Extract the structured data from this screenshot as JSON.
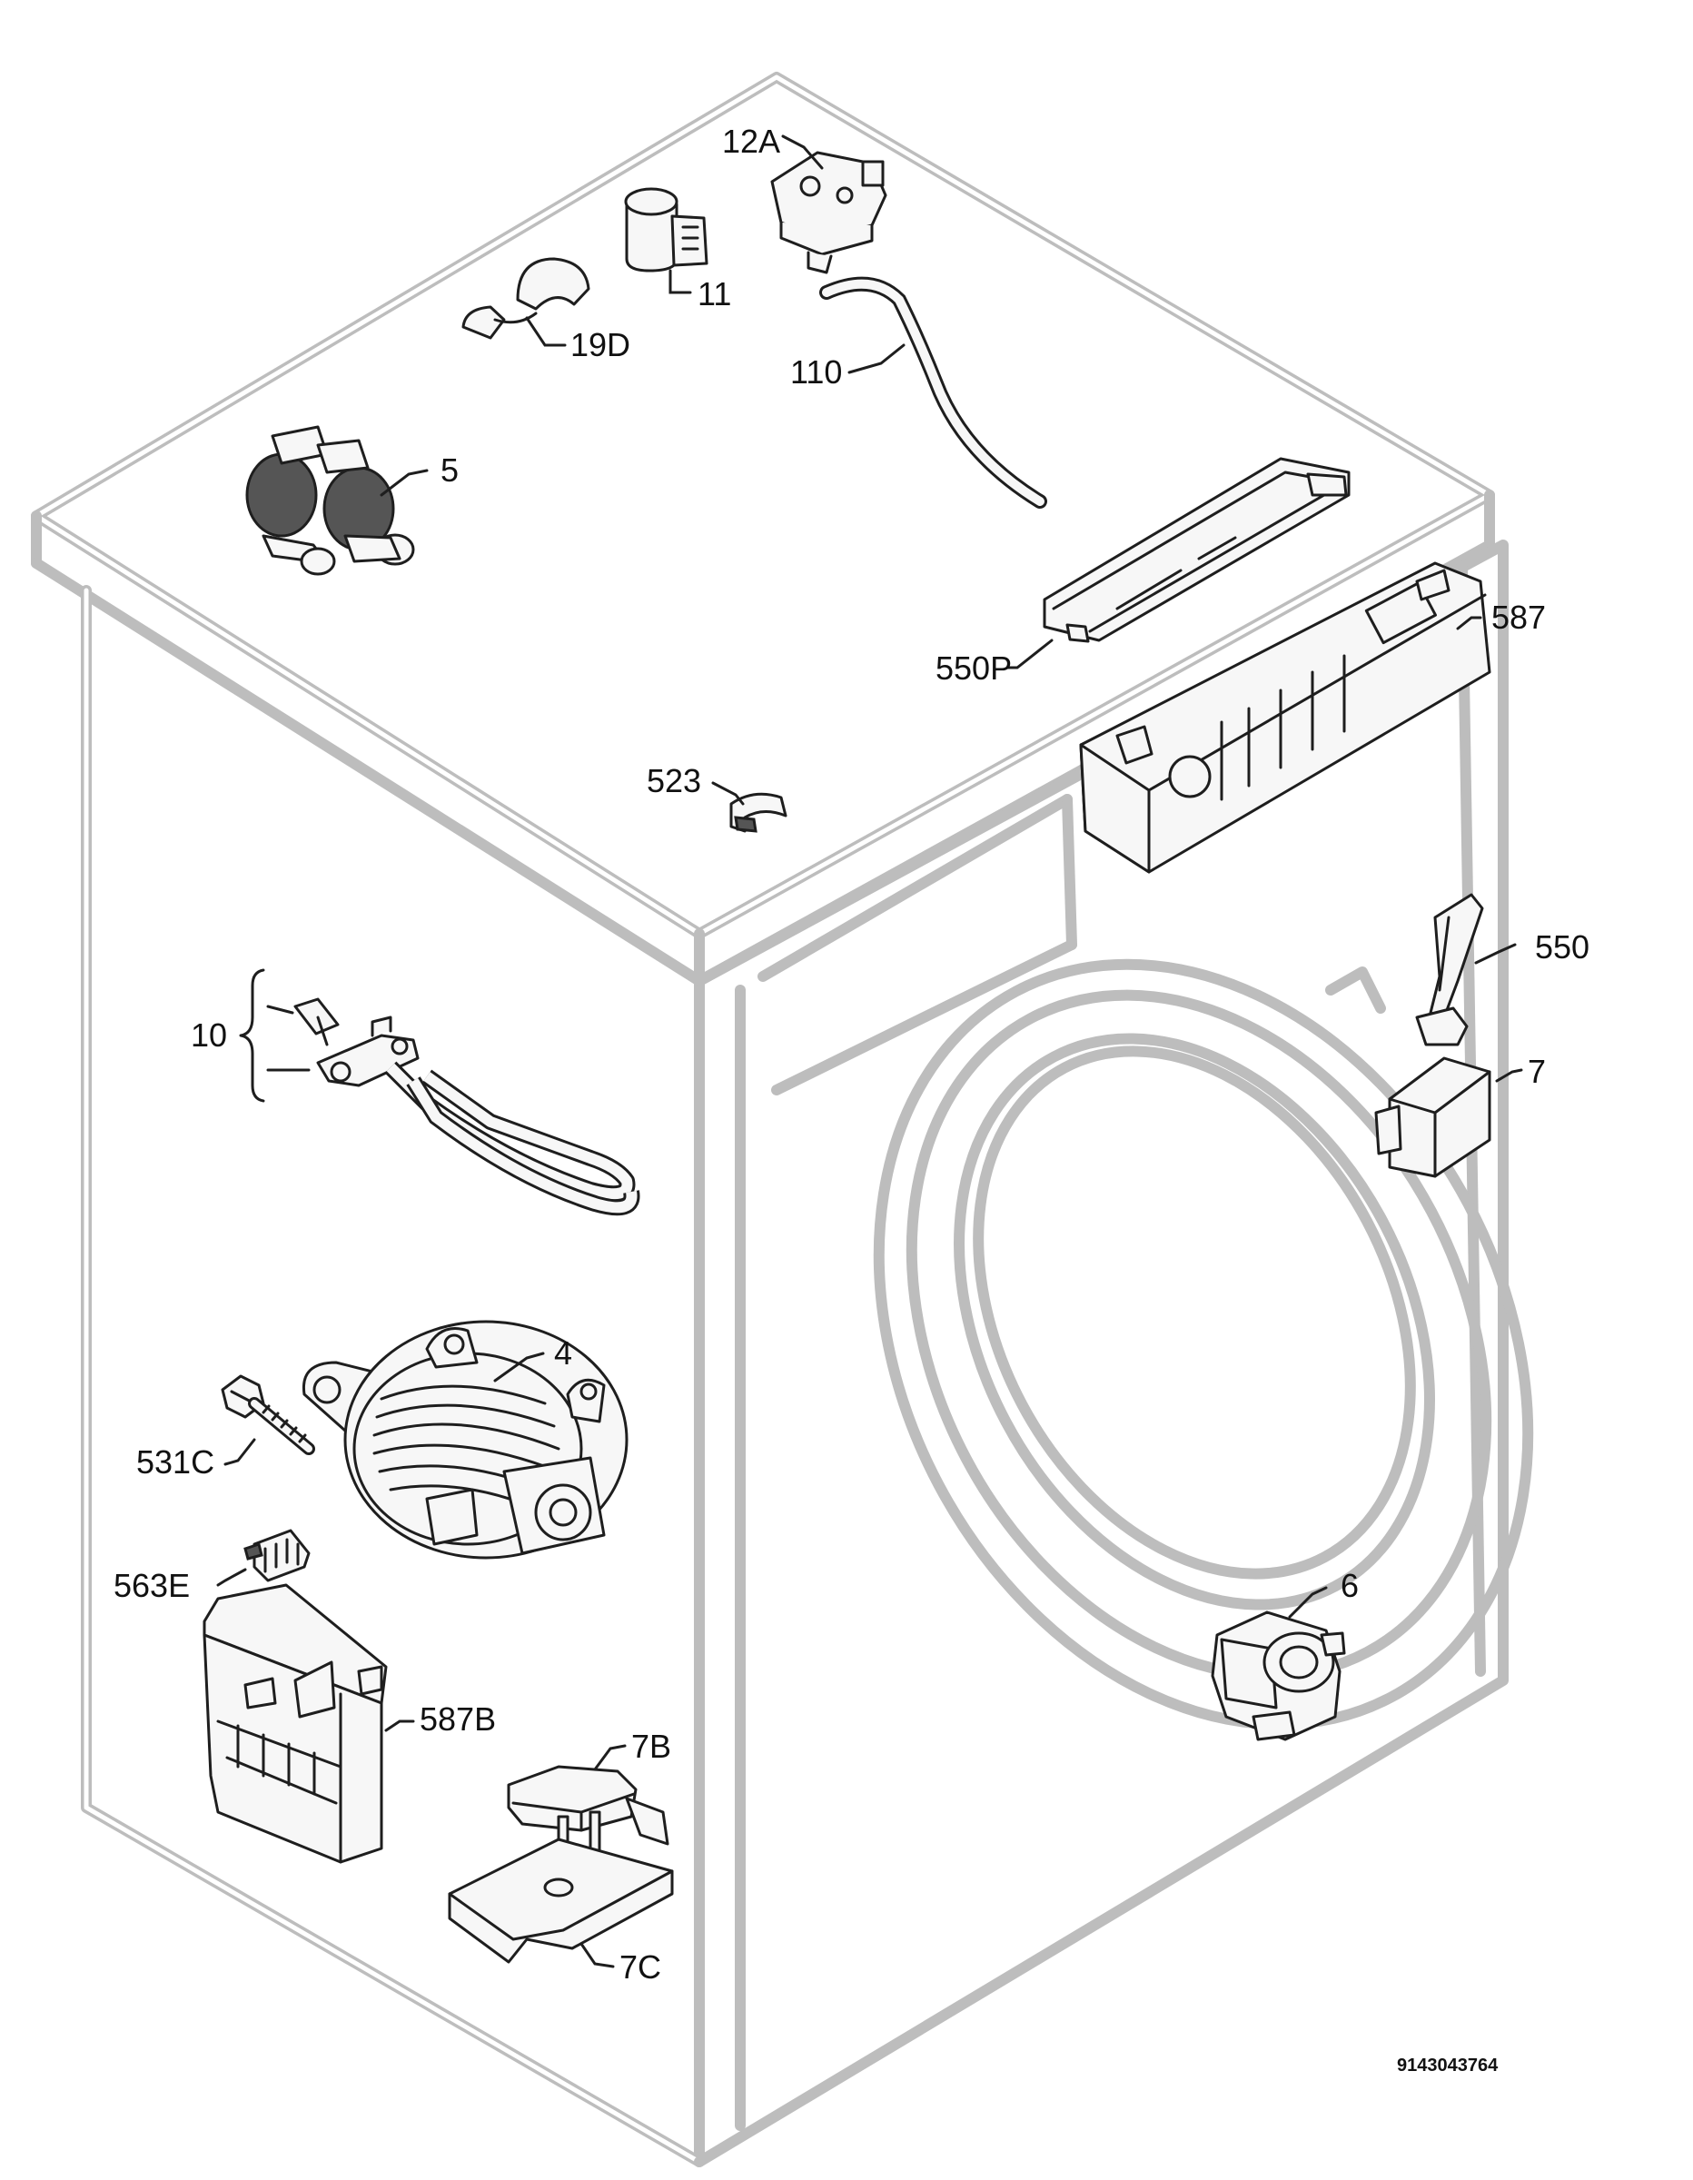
{
  "document_number": "9143043764",
  "labels": {
    "p12A": "12A",
    "p11": "11",
    "p19D": "19D",
    "p110": "110",
    "p5": "5",
    "p587": "587",
    "p550P": "550P",
    "p523": "523",
    "p550": "550",
    "p10": "10",
    "p7": "7",
    "p4": "4",
    "p531C": "531C",
    "p563E": "563E",
    "p6": "6",
    "p587B": "587B",
    "p7B": "7B",
    "p7C": "7C"
  }
}
